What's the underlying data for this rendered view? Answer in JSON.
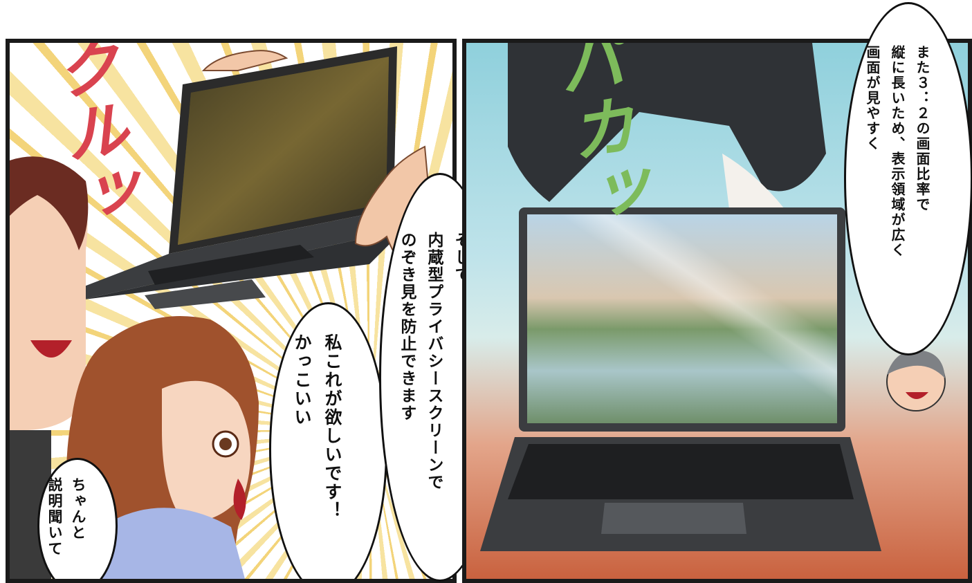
{
  "sfx": {
    "left": "クルッ",
    "right": "パカッ"
  },
  "bubbles": {
    "man_top_right": "また３：２の画面比率で\n縦に長いため、表示領域が広く\n画面が見やすく",
    "privacy": "そして\n内蔵型プライバシースクリーンで\nのぞき見を防止できます",
    "woman": "私これが欲しいです！\nかっこいい",
    "man_left": "ちゃんと\n説明聞いて"
  },
  "colors": {
    "sfx_red": "#d9434f",
    "sfx_green": "#7dbb5b",
    "panel_border": "#1a1a1a",
    "laptop_body": "#3b3d40"
  }
}
